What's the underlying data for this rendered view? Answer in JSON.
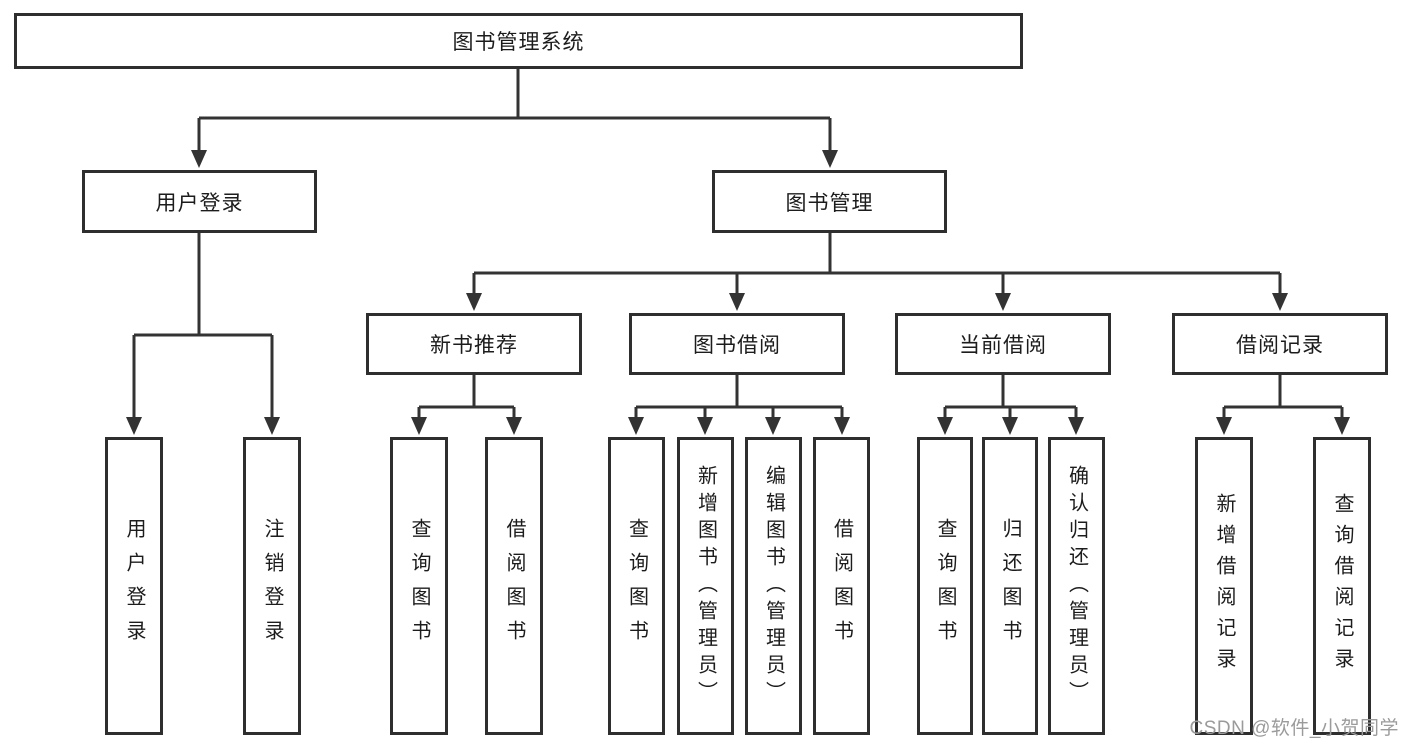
{
  "tree": {
    "root": "图书管理系统",
    "branches": [
      {
        "label": "用户登录",
        "children": [
          "用户登录",
          "注销登录"
        ]
      },
      {
        "label": "图书管理",
        "sections": [
          {
            "label": "新书推荐",
            "children": [
              "查询图书",
              "借阅图书"
            ]
          },
          {
            "label": "图书借阅",
            "children": [
              "查询图书",
              "新增图书（管理员）",
              "编辑图书（管理员）",
              "借阅图书"
            ]
          },
          {
            "label": "当前借阅",
            "children": [
              "查询图书",
              "归还图书",
              "确认归还（管理员）"
            ]
          },
          {
            "label": "借阅记录",
            "children": [
              "新增借阅记录",
              "查询借阅记录"
            ]
          }
        ]
      }
    ]
  },
  "watermark": {
    "text": "CSDN @软件_小贺同学"
  },
  "colors": {
    "line": "#333333",
    "box_border": "#2e2e2e",
    "text": "#1c1c1c",
    "watermark": "#9b9b9b",
    "background": "#ffffff"
  }
}
